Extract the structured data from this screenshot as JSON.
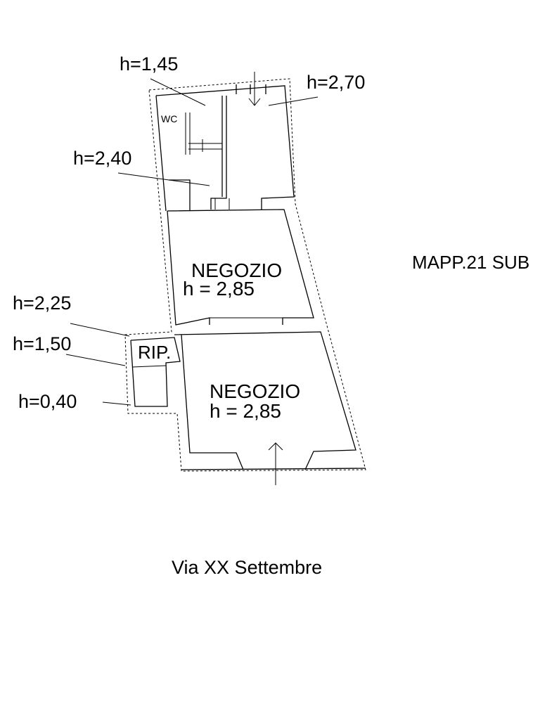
{
  "labels": {
    "h_wc": "h=1,45",
    "h_room_top": "h=2,70",
    "h_corridor": "h=2,40",
    "wc": "WC",
    "shop_upper_name": "NEGOZIO",
    "shop_upper_height": "h = 2,85",
    "mapp": "MAPP.21 SUB",
    "h_rip_top": "h=2,25",
    "h_rip_mid": "h=1,50",
    "rip": "RIP.",
    "h_rip_low": "h=0,40",
    "shop_lower_name": "NEGOZIO",
    "shop_lower_height": "h = 2,85",
    "street": "Via XX Settembre"
  }
}
